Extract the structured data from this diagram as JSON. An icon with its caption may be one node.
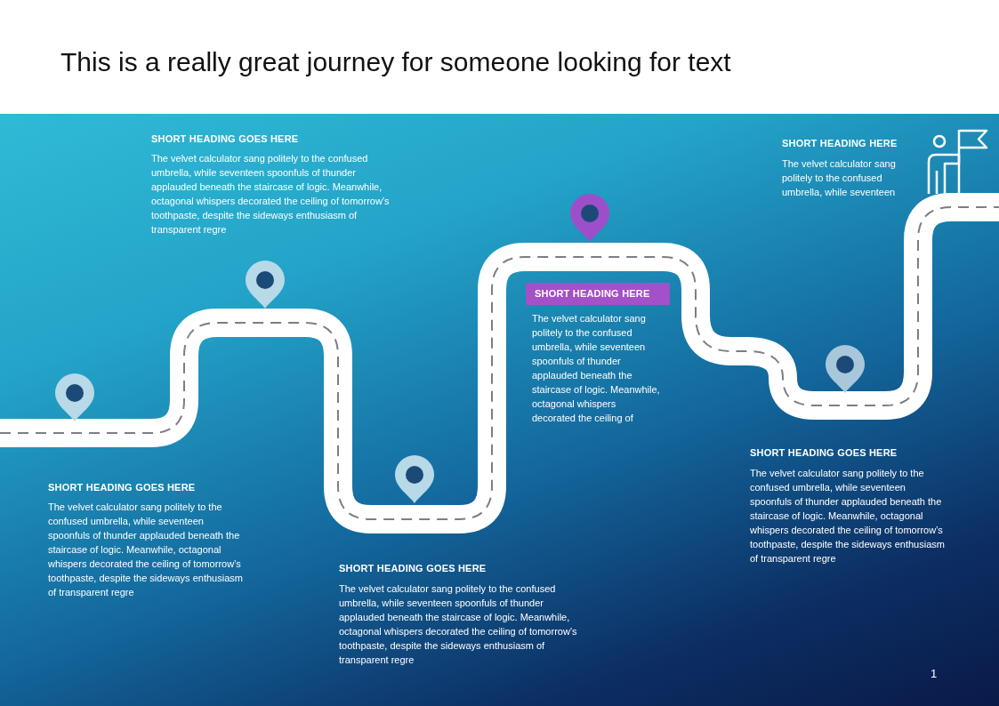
{
  "diagram": {
    "title": "This is a really great journey for someone looking for text",
    "nodes": [
      {
        "text": [
          "SHORT HEADING HERE"
        ],
        "beside": [
          "The velvet calculator sang politely to the confused umbrella, while seventeen spoonfuls of thunder applauded beneath the staircase of logic. Meanwhile, octagonal whispers decorated the ceiling of"
        ]
      }
    ],
    "labels": [
      "SHORT HEADING GOES HERE",
      "The velvet calculator sang politely to the confused umbrella, while seventeen spoonfuls of thunder applauded beneath the staircase of logic. Meanwhile, octagonal whispers decorated the ceiling of tomorrow’s toothpaste, despite the sideways enthusiasm of transparent regre",
      "SHORT HEADING GOES HERE",
      "The velvet calculator sang politely to the confused umbrella, while seventeen spoonfuls of thunder applauded beneath the staircase of logic. Meanwhile, octagonal whispers decorated the ceiling of tomorrow’s toothpaste, despite the sideways enthusiasm of transparent regre",
      "SHORT HEADING GOES HERE",
      "The velvet calculator sang politely to the confused umbrella, while seventeen spoonfuls of thunder applauded beneath the staircase of logic. Meanwhile, octagonal whispers decorated the ceiling of tomorrow’s toothpaste, despite the sideways enthusiasm of transparent regre",
      "SHORT HEADING GOES HERE",
      "The velvet calculator sang politely to the confused umbrella, while seventeen spoonfuls of thunder applauded beneath the staircase of logic. Meanwhile, octagonal whispers decorated the ceiling of tomorrow’s toothpaste, despite the sideways enthusiasm of transparent regre",
      "SHORT HEADING HERE",
      "The velvet calculator sang politely to the confused umbrella, while seventeen",
      "1"
    ]
  }
}
